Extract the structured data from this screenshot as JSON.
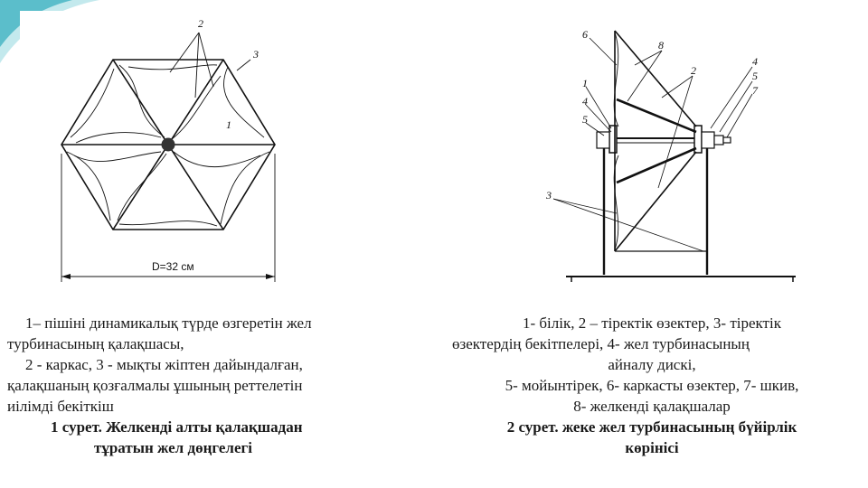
{
  "colors": {
    "accent_teal": "#49b6c4",
    "accent_teal_light": "#a9dfe6",
    "line": "#111111"
  },
  "figure1": {
    "labels": {
      "frame": "2",
      "cable": "3",
      "blade": "1"
    },
    "dimension": "D=32 см"
  },
  "figure2": {
    "labels": {
      "top_left": "6",
      "top_mid": "8",
      "mid_2": "2",
      "right_4": "4",
      "right_5": "5",
      "right_7": "7",
      "left_1": "1",
      "left_4": "4",
      "left_5": "5",
      "left_3": "3"
    }
  },
  "caption1": {
    "lines": [
      "1– пішіні динамикалық түрде өзгеретін жел",
      "турбинасының қалақшасы,",
      "2 - каркас, 3 - мықты жіптен дайындалған,",
      "қалақшаның қозғалмалы ұшының реттелетін",
      "иілімді бекіткіш",
      "1 сурет. Желкенді алты қалақшадан",
      "тұратын жел дөңгелегі"
    ]
  },
  "caption2": {
    "lines": [
      "1- білік,  2 – тіректік өзектер, 3- тіректік",
      "өзектердің бекітпелері, 4- жел турбинасының",
      "айналу дискі,",
      "5- мойынтірек, 6- каркасты өзектер, 7- шкив,",
      "8- желкенді қалақшалар",
      "2 сурет. жеке жел турбинасының бүйірлік",
      "көрінісі"
    ]
  }
}
